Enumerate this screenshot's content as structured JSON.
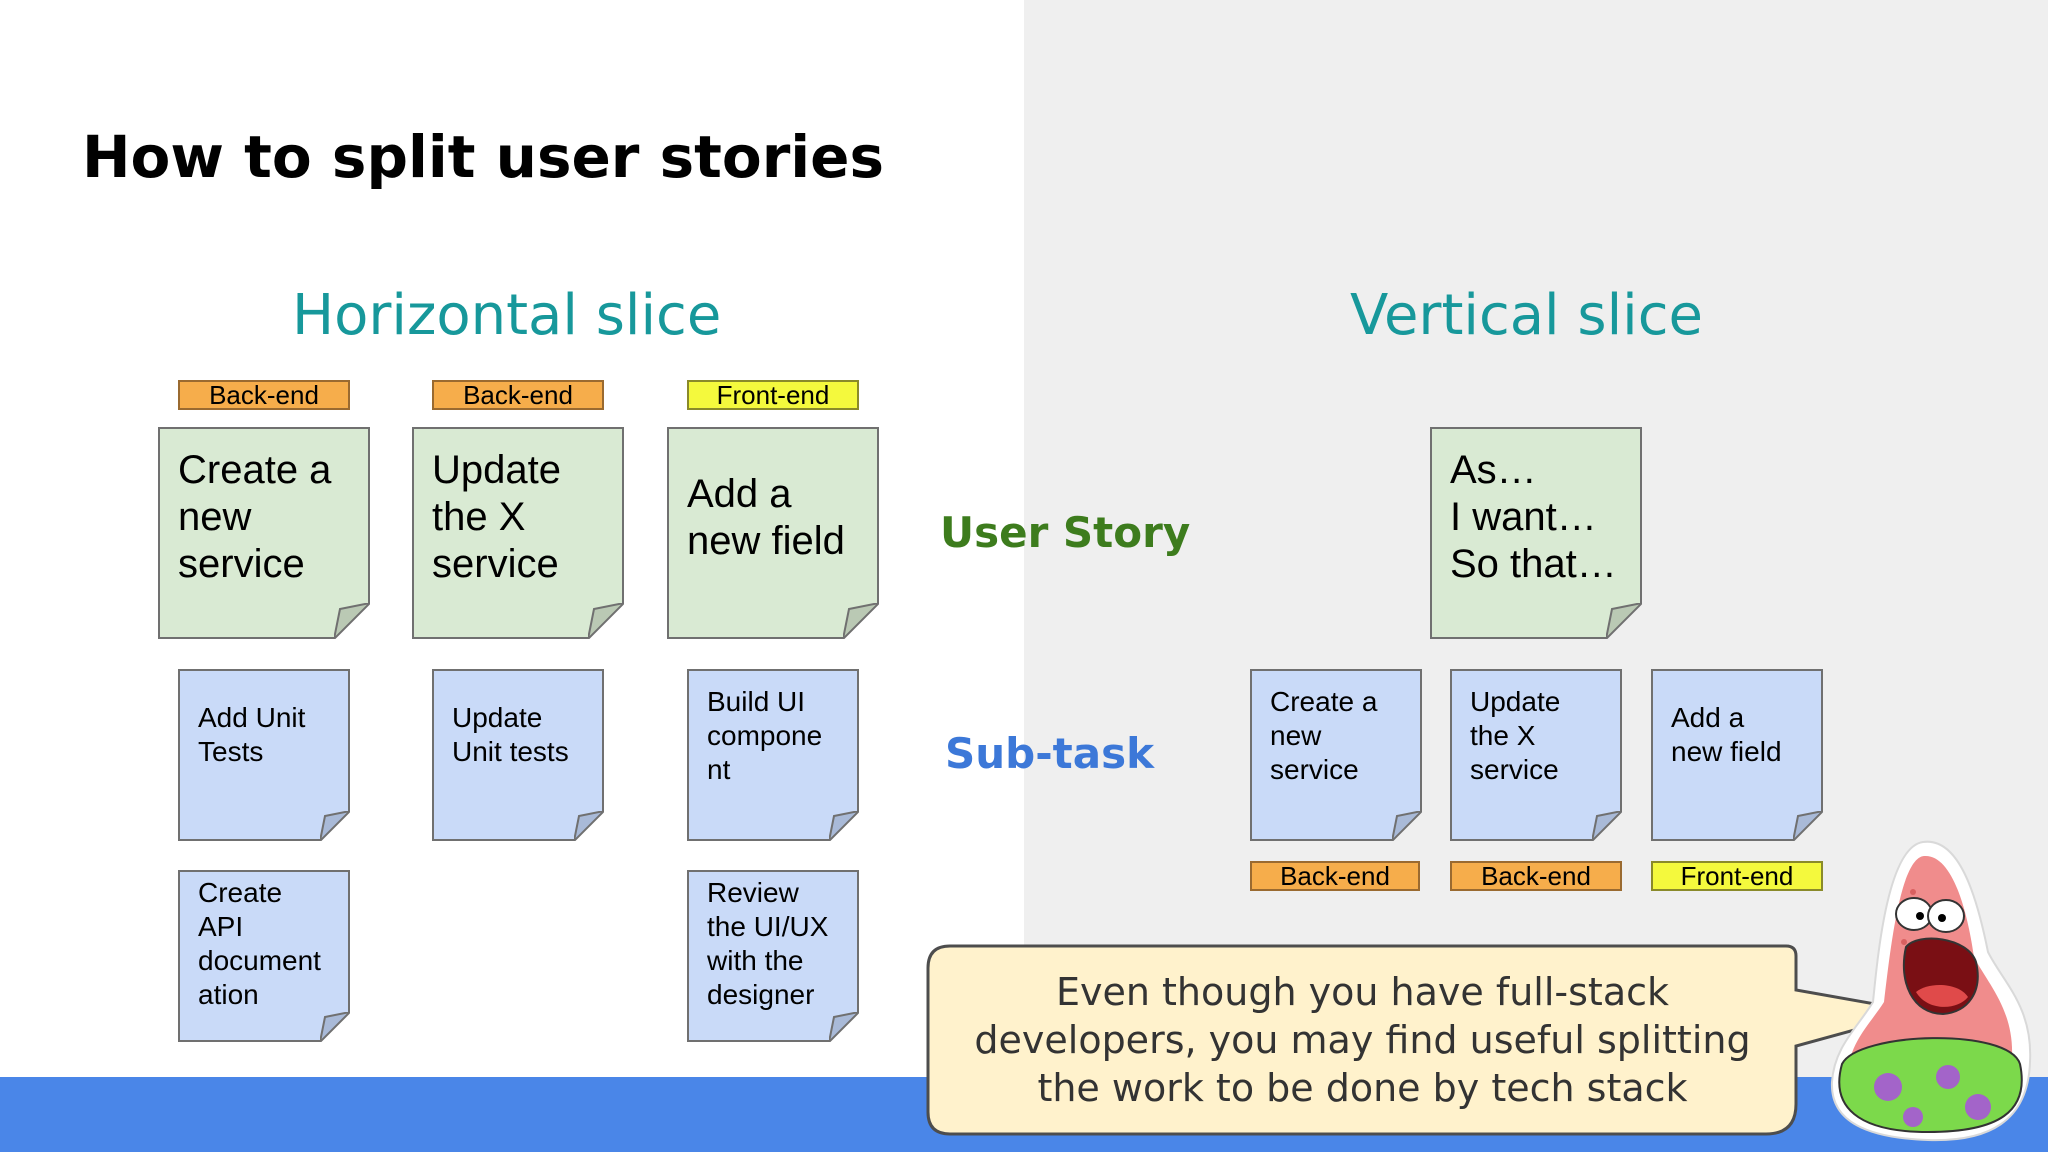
{
  "title": "How to split user stories",
  "horizontal": {
    "heading": "Horizontal slice",
    "stories": [
      {
        "tag": "Back-end",
        "text": "Create a\nnew\nservice"
      },
      {
        "tag": "Back-end",
        "text": "Update\nthe X\nservice"
      },
      {
        "tag": "Front-end",
        "text": "Add a\nnew field"
      }
    ],
    "subtasks": [
      "Add Unit\nTests",
      "Update\nUnit tests",
      "Build UI\ncompone\nnt",
      "Create\nAPI\ndocument\nation",
      "Review\nthe UI/UX\nwith the\ndesigner"
    ]
  },
  "vertical": {
    "heading": "Vertical slice",
    "story": "As…\nI want…\nSo that…",
    "subtasks": [
      {
        "text": "Create a\nnew\nservice",
        "tag": "Back-end"
      },
      {
        "text": "Update\nthe X\nservice",
        "tag": "Back-end"
      },
      {
        "text": "Add a\nnew field",
        "tag": "Front-end"
      }
    ]
  },
  "labels": {
    "user_story": "User Story",
    "sub_task": "Sub-task"
  },
  "callout": "Even though you have full-stack\ndevelopers, you may find useful splitting\nthe work to be done by tech stack",
  "colors": {
    "heading": "#17989b",
    "user_story_label": "#3d7c1d",
    "sub_task_label": "#3c78d8",
    "story_note": "#d9ead3",
    "subtask_note": "#c9daf8",
    "backend_tag": "#f6ad4b",
    "frontend_tag": "#f4f93d",
    "bottom_bar": "#4a86e8"
  },
  "character": "patrick-star-icon"
}
